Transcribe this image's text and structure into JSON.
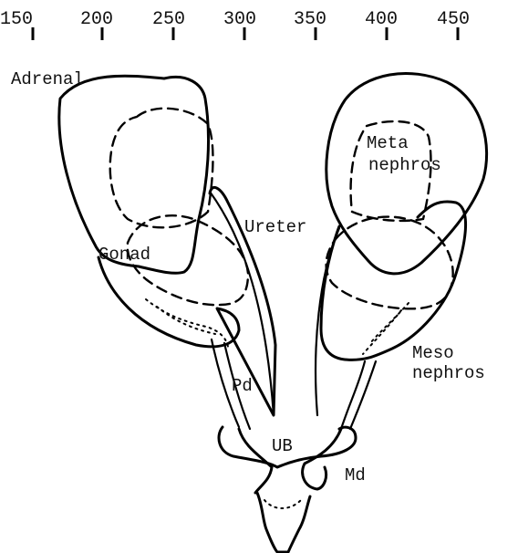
{
  "scale": {
    "ticks": [
      "150",
      "200",
      "250",
      "300",
      "350",
      "400",
      "450"
    ]
  },
  "labels": {
    "adrenal": "Adrenal",
    "meta_line1": "Meta",
    "meta_line2": "nephros",
    "ureter": "Ureter",
    "gonad": "Gonad",
    "meso_line1": "Meso",
    "meso_line2": "nephros",
    "pd": "Pd",
    "ub": "UB",
    "md": "Md"
  }
}
